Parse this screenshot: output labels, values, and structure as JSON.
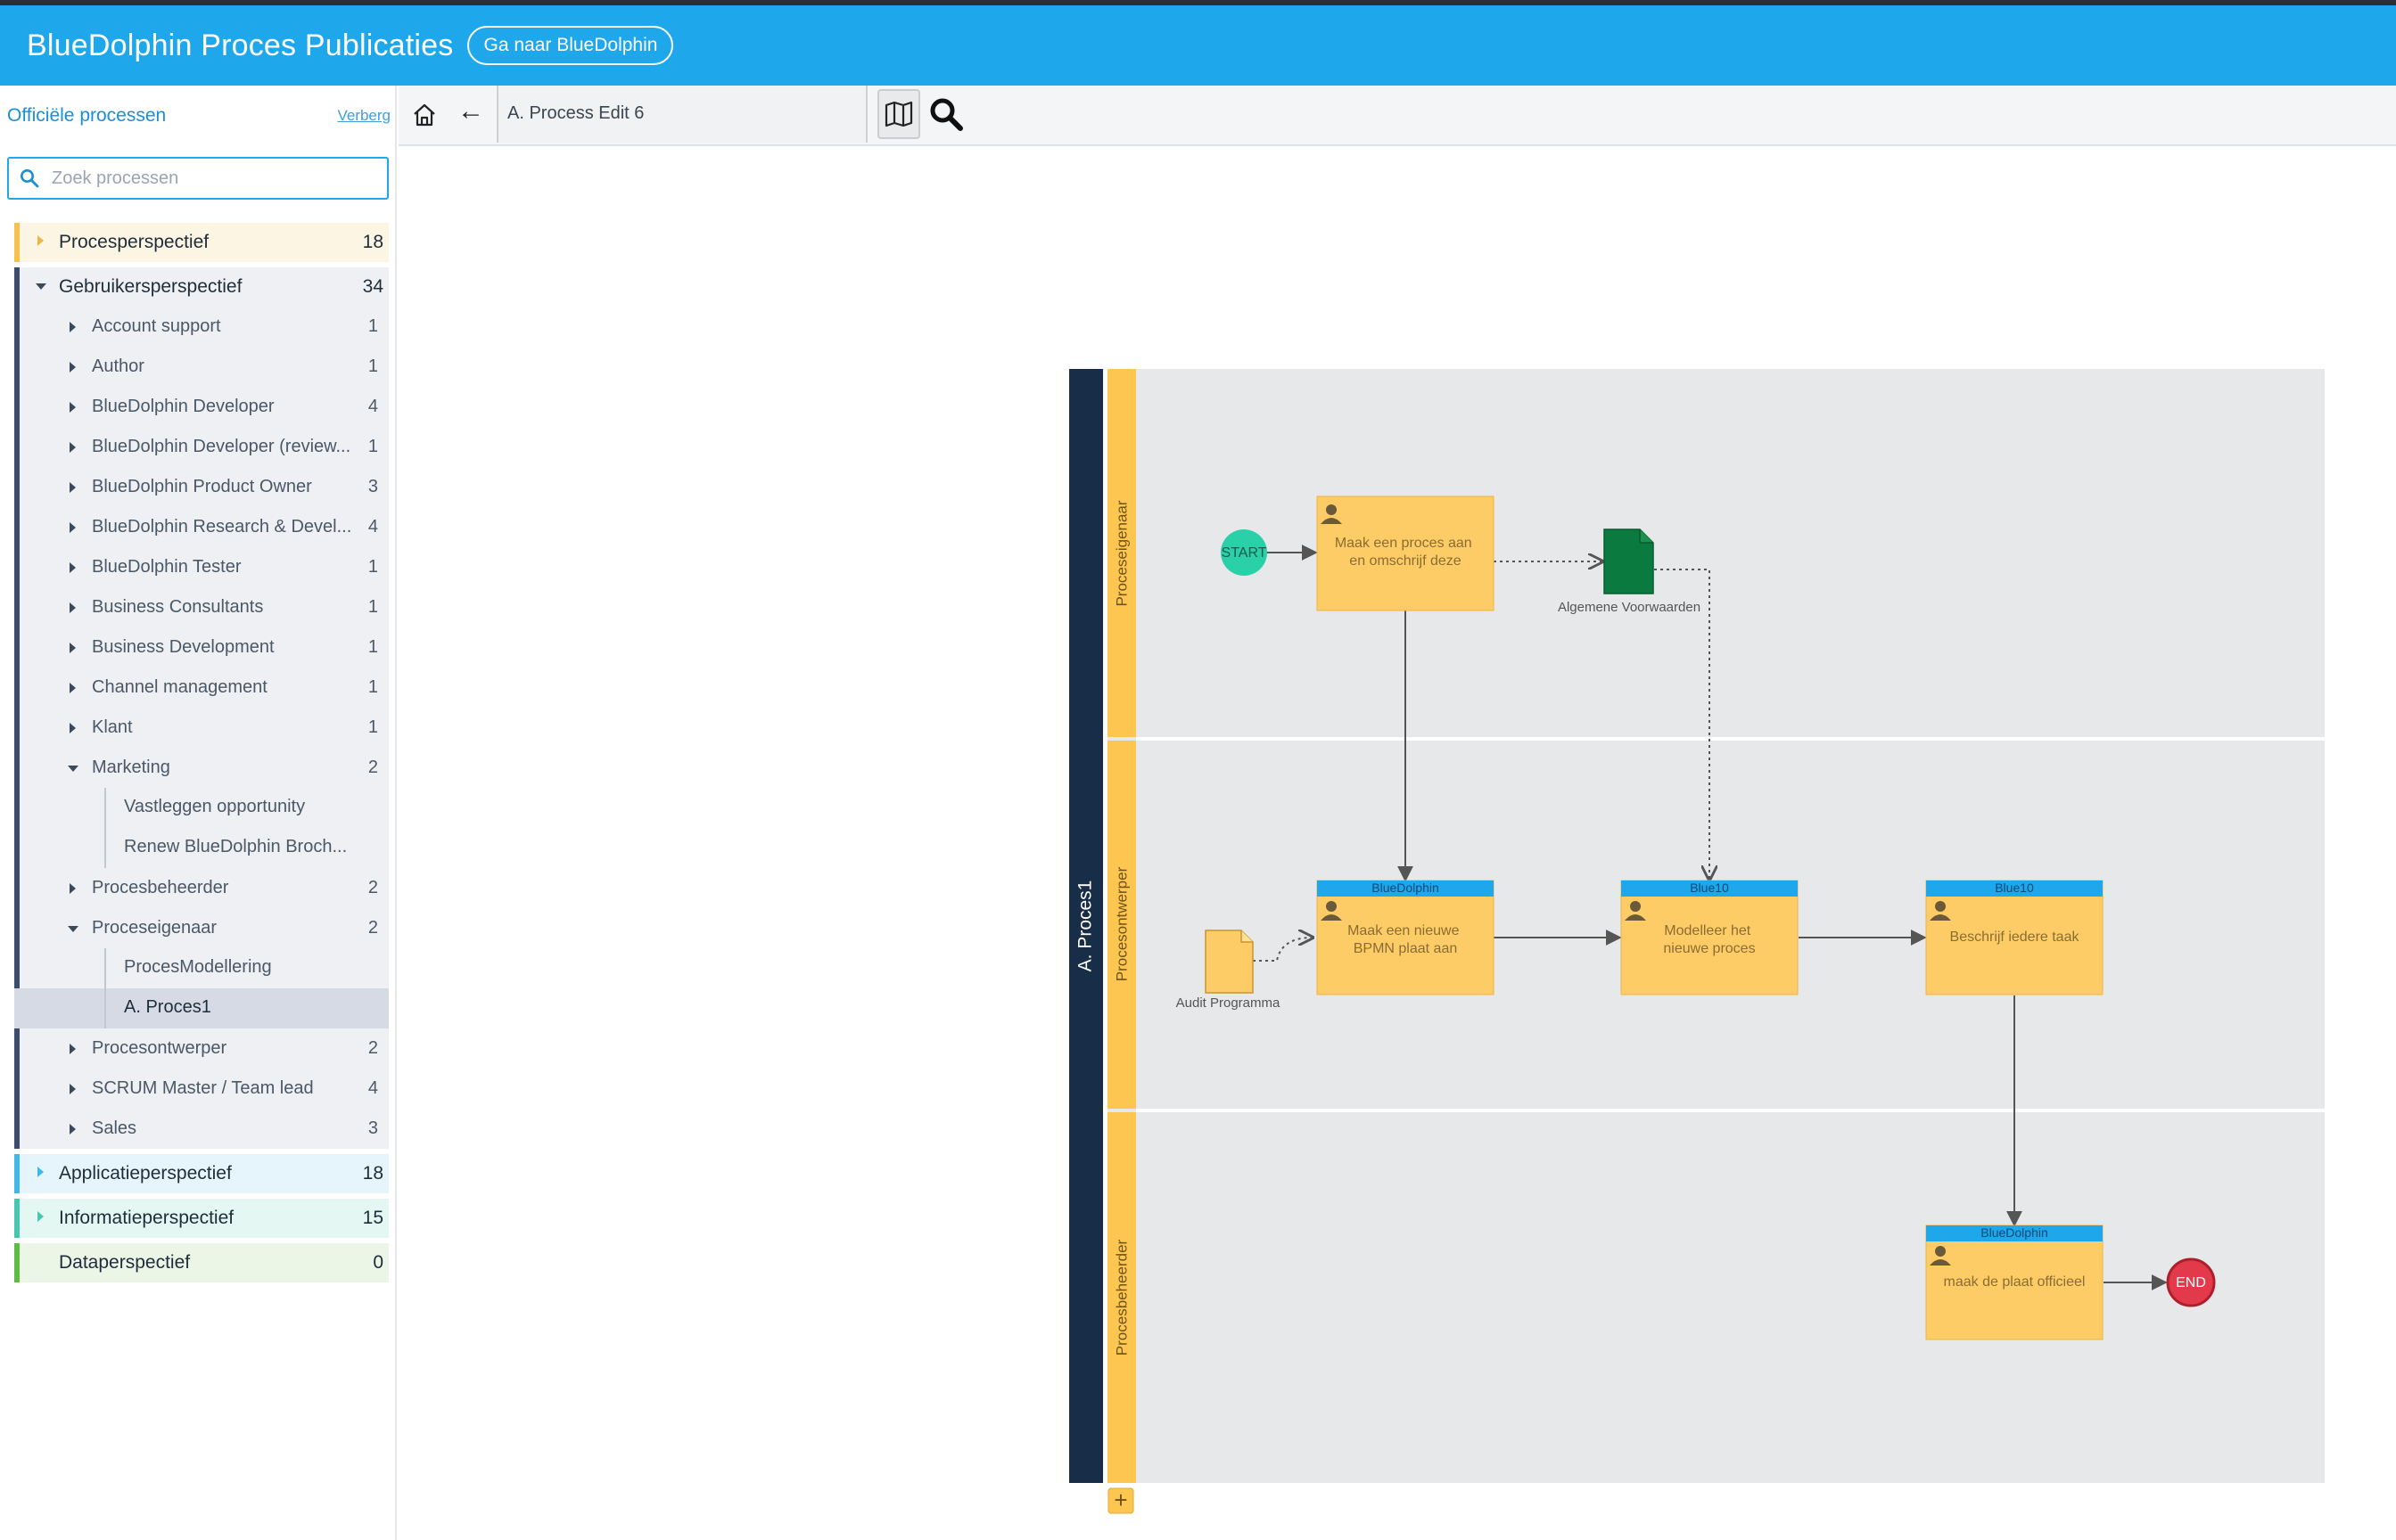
{
  "header": {
    "title": "BlueDolphin Proces Publicaties",
    "goto_button": "Ga naar BlueDolphin"
  },
  "colors": {
    "header": "#1fa7ec",
    "procesperspectief": "#f8c14c",
    "gebruikersperspectief": "#3c4c6c",
    "applicatieperspectief": "#3fb8e8",
    "informatieperspectief": "#48c7b0",
    "dataperspectief": "#5dbb46",
    "task": "#fdcc66",
    "start": "#29d0a8",
    "end": "#e23a4a"
  },
  "sidebar": {
    "title": "Officiële processen",
    "hide_link": "Verberg",
    "search_placeholder": "Zoek processen",
    "categories": [
      {
        "label": "Procesperspectief",
        "count": "18"
      },
      {
        "label": "Gebruikersperspectief",
        "count": "34"
      },
      {
        "label": "Applicatieperspectief",
        "count": "18"
      },
      {
        "label": "Informatieperspectief",
        "count": "15"
      },
      {
        "label": "Dataperspectief",
        "count": "0"
      }
    ],
    "items": [
      {
        "label": "Account support",
        "count": "1"
      },
      {
        "label": "Author",
        "count": "1"
      },
      {
        "label": "BlueDolphin Developer",
        "count": "4"
      },
      {
        "label": "BlueDolphin Developer (review...",
        "count": "1"
      },
      {
        "label": "BlueDolphin Product Owner",
        "count": "3"
      },
      {
        "label": "BlueDolphin Research & Devel...",
        "count": "4"
      },
      {
        "label": "BlueDolphin Tester",
        "count": "1"
      },
      {
        "label": "Business Consultants",
        "count": "1"
      },
      {
        "label": "Business Development",
        "count": "1"
      },
      {
        "label": "Channel management",
        "count": "1"
      },
      {
        "label": "Klant",
        "count": "1"
      },
      {
        "label": "Marketing",
        "count": "2"
      },
      {
        "label": "Procesbeheerder",
        "count": "2"
      },
      {
        "label": "Proceseigenaar",
        "count": "2"
      },
      {
        "label": "Procesontwerper",
        "count": "2"
      },
      {
        "label": "SCRUM Master / Team lead",
        "count": "4"
      },
      {
        "label": "Sales",
        "count": "3"
      }
    ],
    "marketing_children": [
      "Vastleggen opportunity",
      "Renew BlueDolphin Broch..."
    ],
    "proceseigenaar_children": [
      "ProcesModellering",
      "A. Proces1"
    ]
  },
  "toolbar": {
    "process_name": "A. Process Edit 6",
    "back_glyph": "←"
  },
  "diagram": {
    "pool": "A. Proces1",
    "lanes": [
      "Proceseigenaar",
      "Procesontwerper",
      "Procesbeheerder"
    ],
    "start": "START",
    "end": "END",
    "tasks": [
      {
        "text": "Maak een proces aan en omschrijf deze",
        "app": ""
      },
      {
        "text": "Maak een nieuwe BPMN plaat aan",
        "app": "BlueDolphin"
      },
      {
        "text": "Modelleer het nieuwe proces",
        "app": "Blue10"
      },
      {
        "text": "Beschrijf iedere taak",
        "app": "Blue10"
      },
      {
        "text": "maak de plaat officieel",
        "app": "BlueDolphin"
      }
    ],
    "documents": [
      "Algemene Voorwaarden",
      "Audit Programma"
    ],
    "add_button": "+"
  }
}
